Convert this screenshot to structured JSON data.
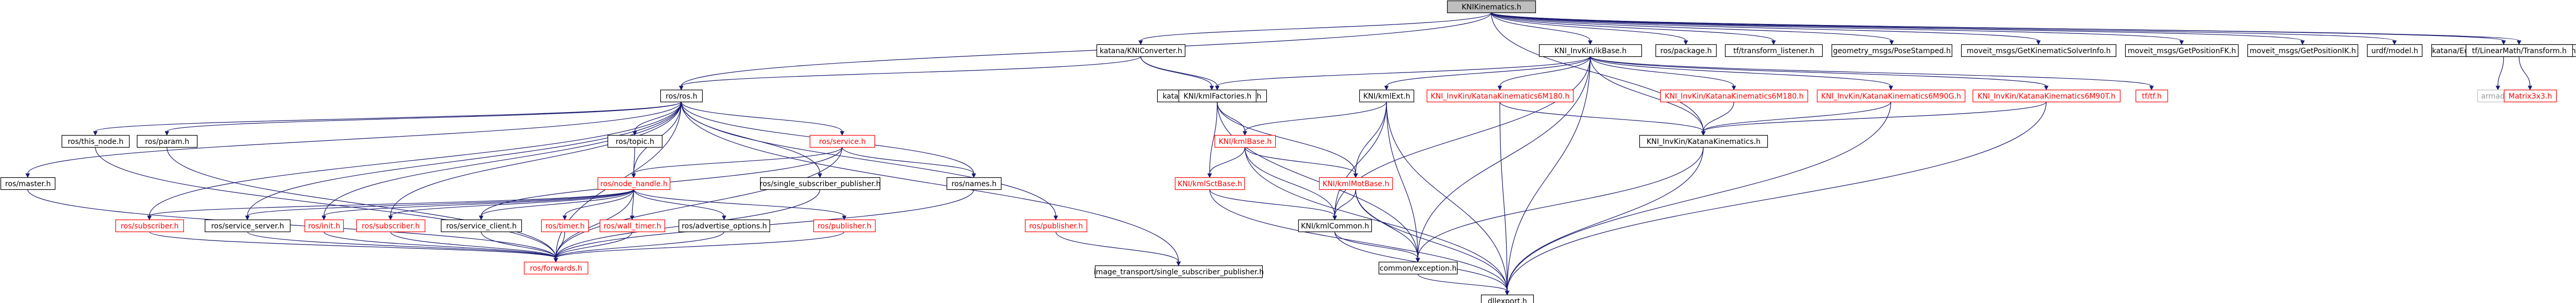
{
  "diagram": {
    "kind": "include-dependency-graph",
    "colors": {
      "edge": "#191970",
      "normal_border": "#000000",
      "normal_text": "#000000",
      "missing_border": "#ff0000",
      "missing_text": "#ff0000",
      "root_fill": "#bfbfbf",
      "node_fill": "#ffffff"
    },
    "nodes": [
      {
        "id": "root",
        "label": "KNIKinematics.h",
        "style": "root"
      },
      {
        "id": "katanaconv",
        "label": "katana/KNIConverter.h",
        "style": "normal"
      },
      {
        "id": "ikbase",
        "label": "KNI_InvKin/ikBase.h",
        "style": "normal"
      },
      {
        "id": "rospackage",
        "label": "ros/package.h",
        "style": "normal"
      },
      {
        "id": "tflistener",
        "label": "tf/transform_listener.h",
        "style": "normal"
      },
      {
        "id": "geomposestamped",
        "label": "geometry_msgs/PoseStamped.h",
        "style": "normal"
      },
      {
        "id": "moveitsolverinfo",
        "label": "moveit_msgs/GetKinematicSolverInfo.h",
        "style": "normal"
      },
      {
        "id": "moveitposfk",
        "label": "moveit_msgs/GetPositionFK.h",
        "style": "normal"
      },
      {
        "id": "moveitposik",
        "label": "moveit_msgs/GetPositionIK.h",
        "style": "normal"
      },
      {
        "id": "urdfmodel",
        "label": "urdf/model.h",
        "style": "normal"
      },
      {
        "id": "katanaeuler",
        "label": "katana/EulerTransformationMatrices.hh",
        "style": "normal"
      },
      {
        "id": "tflinearmath",
        "label": "tf/LinearMath/Transform.h",
        "style": "normal"
      },
      {
        "id": "rosros",
        "label": "ros/ros.h",
        "style": "normal"
      },
      {
        "id": "katanaconst",
        "label": "katana/katana_constants.h",
        "style": "normal"
      },
      {
        "id": "kmlfactories",
        "label": "KNI/kmlFactories.h",
        "style": "normal"
      },
      {
        "id": "kmlext",
        "label": "KNI/kmlExt.h",
        "style": "normal"
      },
      {
        "id": "ikm180",
        "label": "KNI_InvKin/KatanaKinematics6M180.h",
        "style": "missing"
      },
      {
        "id": "ikm1802",
        "label": "KNI_InvKin/KatanaKinematics6M180.h",
        "style": "missing"
      },
      {
        "id": "ikm90g",
        "label": "KNI_InvKin/KatanaKinematics6M90G.h",
        "style": "missing"
      },
      {
        "id": "ikm90t",
        "label": "KNI_InvKin/KatanaKinematics6M90T.h",
        "style": "missing"
      },
      {
        "id": "tfh",
        "label": "tf/tf.h",
        "style": "missing"
      },
      {
        "id": "armadillo",
        "label": "armadillo",
        "style": "faded"
      },
      {
        "id": "matrix3x3",
        "label": "Matrix3x3.h",
        "style": "missing"
      },
      {
        "id": "rosmaster",
        "label": "ros/master.h",
        "style": "normal"
      },
      {
        "id": "rosthisnode",
        "label": "ros/this_node.h",
        "style": "normal"
      },
      {
        "id": "rosparam",
        "label": "ros/param.h",
        "style": "normal"
      },
      {
        "id": "rostopic",
        "label": "ros/topic.h",
        "style": "normal"
      },
      {
        "id": "rosservice",
        "label": "ros/service.h",
        "style": "missing"
      },
      {
        "id": "rosnodehandle",
        "label": "ros/node_handle.h",
        "style": "missing"
      },
      {
        "id": "rossinglepub",
        "label": "ros/single_subscriber_publisher.h",
        "style": "normal"
      },
      {
        "id": "rosnames",
        "label": "ros/names.h",
        "style": "normal"
      },
      {
        "id": "rospublisher2",
        "label": "ros/publisher.h",
        "style": "missing"
      },
      {
        "id": "imagetransport",
        "label": "image_transport/single_subscriber_publisher.h",
        "style": "normal"
      },
      {
        "id": "kmlbase",
        "label": "KNI/kmlBase.h",
        "style": "missing"
      },
      {
        "id": "kmlmotbase",
        "label": "KNI/kmlMotBase.h",
        "style": "missing"
      },
      {
        "id": "kmlsctbase",
        "label": "KNI/kmlSctBase.h",
        "style": "missing"
      },
      {
        "id": "kmlcommon",
        "label": "KNI/kmlCommon.h",
        "style": "normal"
      },
      {
        "id": "katanakin",
        "label": "KNI_InvKin/KatanaKinematics.h",
        "style": "normal"
      },
      {
        "id": "commonexc",
        "label": "common/exception.h",
        "style": "normal"
      },
      {
        "id": "dllexport",
        "label": "dllexport.h",
        "style": "normal"
      },
      {
        "id": "rossubscriber",
        "label": "ros/subscriber.h",
        "style": "missing"
      },
      {
        "id": "rosserviceserver",
        "label": "ros/service_server.h",
        "style": "normal"
      },
      {
        "id": "rosinit",
        "label": "ros/init.h",
        "style": "missing"
      },
      {
        "id": "rossubscriber2",
        "label": "ros/subscriber.h",
        "style": "missing"
      },
      {
        "id": "rosserviceclient",
        "label": "ros/service_client.h",
        "style": "normal"
      },
      {
        "id": "rostimer",
        "label": "ros/timer.h",
        "style": "missing"
      },
      {
        "id": "roswalltimer",
        "label": "ros/wall_timer.h",
        "style": "missing"
      },
      {
        "id": "rosadvertise",
        "label": "ros/advertise_options.h",
        "style": "normal"
      },
      {
        "id": "rospublisher",
        "label": "ros/publisher.h",
        "style": "missing"
      },
      {
        "id": "rosforwards",
        "label": "ros/forwards.h",
        "style": "missing"
      }
    ],
    "edges": [
      [
        "root",
        "katanaconv"
      ],
      [
        "root",
        "ikbase"
      ],
      [
        "root",
        "rospackage"
      ],
      [
        "root",
        "tflistener"
      ],
      [
        "root",
        "geomposestamped"
      ],
      [
        "root",
        "moveitsolverinfo"
      ],
      [
        "root",
        "moveitposfk"
      ],
      [
        "root",
        "moveitposik"
      ],
      [
        "root",
        "urdfmodel"
      ],
      [
        "root",
        "katanaeuler"
      ],
      [
        "root",
        "tflinearmath"
      ],
      [
        "root",
        "rosros"
      ],
      [
        "root",
        "katanakin"
      ],
      [
        "katanaconv",
        "rosros"
      ],
      [
        "katanaconv",
        "katanaconst"
      ],
      [
        "katanaconv",
        "kmlfactories"
      ],
      [
        "ikbase",
        "kmlfactories"
      ],
      [
        "ikbase",
        "kmlext"
      ],
      [
        "ikbase",
        "ikm180"
      ],
      [
        "ikbase",
        "ikm1802"
      ],
      [
        "ikbase",
        "ikm90g"
      ],
      [
        "ikbase",
        "ikm90t"
      ],
      [
        "ikbase",
        "tfh"
      ],
      [
        "ikbase",
        "katanakin"
      ],
      [
        "ikbase",
        "dllexport"
      ],
      [
        "ikbase",
        "commonexc"
      ],
      [
        "ikbase",
        "kmlcommon"
      ],
      [
        "katanaeuler",
        "armadillo"
      ],
      [
        "tflinearmath",
        "matrix3x3"
      ],
      [
        "rosros",
        "rosmaster"
      ],
      [
        "rosros",
        "rosthisnode"
      ],
      [
        "rosros",
        "rosparam"
      ],
      [
        "rosros",
        "rostopic"
      ],
      [
        "rosros",
        "rosservice"
      ],
      [
        "rosros",
        "rossinglepub"
      ],
      [
        "rosros",
        "rosnames"
      ],
      [
        "rosros",
        "rospublisher2"
      ],
      [
        "rosros",
        "imagetransport"
      ],
      [
        "rosros",
        "rosnodehandle"
      ],
      [
        "rosros",
        "rosforwards"
      ],
      [
        "rosros",
        "rossubscriber"
      ],
      [
        "rosros",
        "rosserviceserver"
      ],
      [
        "rosros",
        "rosinit"
      ],
      [
        "rosros",
        "rossubscriber2"
      ],
      [
        "rostopic",
        "rosnodehandle"
      ],
      [
        "rosservice",
        "rosnodehandle"
      ],
      [
        "rosservice",
        "rosnames"
      ],
      [
        "rosservice",
        "rosforwards"
      ],
      [
        "rosservice",
        "rosserviceclient"
      ],
      [
        "rosmaster",
        "rosforwards"
      ],
      [
        "rosthisnode",
        "rosforwards"
      ],
      [
        "rosparam",
        "rosforwards"
      ],
      [
        "rossinglepub",
        "rosforwards"
      ],
      [
        "rosnames",
        "rosforwards"
      ],
      [
        "rospublisher2",
        "imagetransport"
      ],
      [
        "rosnodehandle",
        "rossubscriber"
      ],
      [
        "rosnodehandle",
        "rosserviceserver"
      ],
      [
        "rosnodehandle",
        "rosinit"
      ],
      [
        "rosnodehandle",
        "rossubscriber2"
      ],
      [
        "rosnodehandle",
        "rosserviceclient"
      ],
      [
        "rosnodehandle",
        "rostimer"
      ],
      [
        "rosnodehandle",
        "roswalltimer"
      ],
      [
        "rosnodehandle",
        "rosadvertise"
      ],
      [
        "rosnodehandle",
        "rospublisher"
      ],
      [
        "rosnodehandle",
        "rosforwards"
      ],
      [
        "rossubscriber",
        "rosforwards"
      ],
      [
        "rosserviceserver",
        "rosforwards"
      ],
      [
        "rosinit",
        "rosforwards"
      ],
      [
        "rossubscriber2",
        "rosforwards"
      ],
      [
        "rosserviceclient",
        "rosforwards"
      ],
      [
        "rostimer",
        "rosforwards"
      ],
      [
        "roswalltimer",
        "rosforwards"
      ],
      [
        "rosadvertise",
        "rosforwards"
      ],
      [
        "rospublisher",
        "rosforwards"
      ],
      [
        "kmlfactories",
        "kmlbase"
      ],
      [
        "kmlfactories",
        "kmlsctbase"
      ],
      [
        "kmlfactories",
        "kmlmotbase"
      ],
      [
        "kmlfactories",
        "commonexc"
      ],
      [
        "kmlext",
        "kmlbase"
      ],
      [
        "kmlext",
        "kmlmotbase"
      ],
      [
        "kmlext",
        "kmlcommon"
      ],
      [
        "kmlext",
        "dllexport"
      ],
      [
        "kmlext",
        "commonexc"
      ],
      [
        "kmlbase",
        "kmlsctbase"
      ],
      [
        "kmlbase",
        "kmlmotbase"
      ],
      [
        "kmlbase",
        "kmlcommon"
      ],
      [
        "kmlbase",
        "dllexport"
      ],
      [
        "kmlmotbase",
        "kmlcommon"
      ],
      [
        "kmlmotbase",
        "commonexc"
      ],
      [
        "kmlmotbase",
        "dllexport"
      ],
      [
        "kmlsctbase",
        "kmlcommon"
      ],
      [
        "kmlsctbase",
        "dllexport"
      ],
      [
        "kmlcommon",
        "commonexc"
      ],
      [
        "kmlcommon",
        "dllexport"
      ],
      [
        "commonexc",
        "dllexport"
      ],
      [
        "ikm180",
        "katanakin"
      ],
      [
        "ikm180",
        "dllexport"
      ],
      [
        "ikm1802",
        "katanakin"
      ],
      [
        "ikm90g",
        "katanakin"
      ],
      [
        "ikm90g",
        "dllexport"
      ],
      [
        "ikm90t",
        "katanakin"
      ],
      [
        "ikm90t",
        "dllexport"
      ],
      [
        "katanakin",
        "commonexc"
      ],
      [
        "katanakin",
        "dllexport"
      ]
    ]
  }
}
